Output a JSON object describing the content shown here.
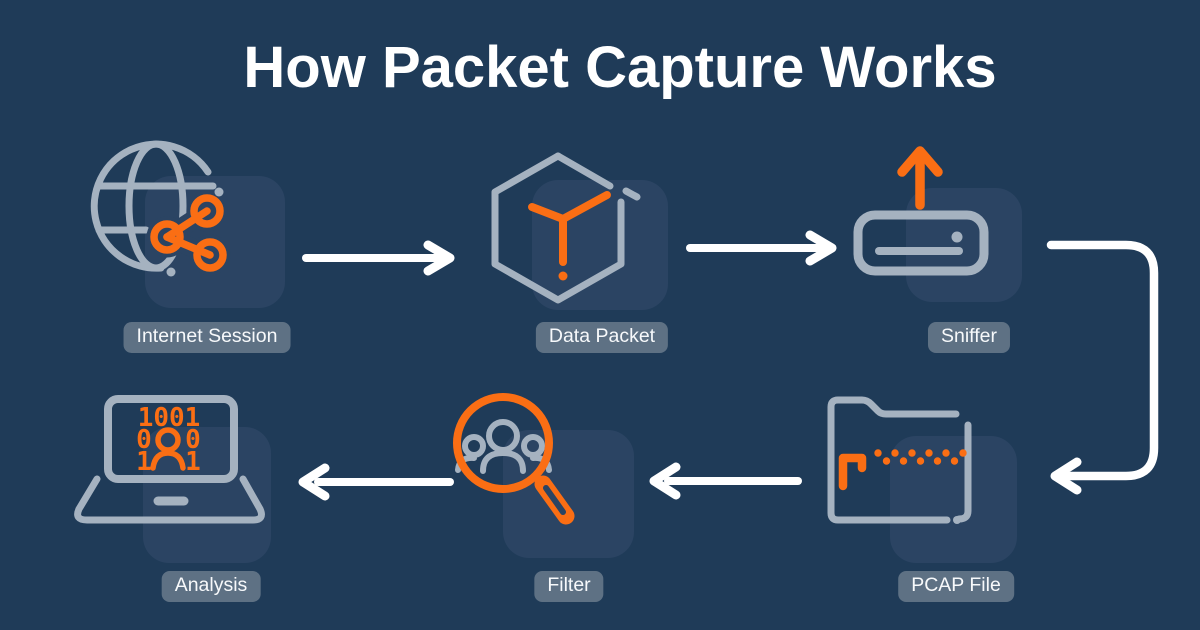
{
  "title": "How Packet Capture Works",
  "nodes": [
    {
      "id": "internet-session",
      "label": "Internet Session",
      "icon": "globe-share-icon"
    },
    {
      "id": "data-packet",
      "label": "Data Packet",
      "icon": "cube-icon"
    },
    {
      "id": "sniffer",
      "label": "Sniffer",
      "icon": "router-upload-icon"
    },
    {
      "id": "pcap-file",
      "label": "PCAP File",
      "icon": "zipped-folder-icon"
    },
    {
      "id": "filter",
      "label": "Filter",
      "icon": "magnifier-people-icon"
    },
    {
      "id": "analysis",
      "label": "Analysis",
      "icon": "laptop-binary-icon"
    }
  ],
  "flow_sequence": [
    "Internet Session",
    "Data Packet",
    "Sniffer",
    "PCAP File",
    "Filter",
    "Analysis"
  ],
  "analysis_screen": {
    "row1": "1001",
    "row2_left": "0",
    "row2_right": "0",
    "row3_left": "1",
    "row3_right": "1"
  },
  "colors": {
    "background": "#1f3b58",
    "backdrop_panel": "#2b4463",
    "icon_gray": "#a5b2c0",
    "accent_orange": "#fa6e14",
    "arrow_white": "#ffffff",
    "badge_background": "#5e7184",
    "badge_text": "#f7f9fb",
    "title_text": "#ffffff"
  }
}
